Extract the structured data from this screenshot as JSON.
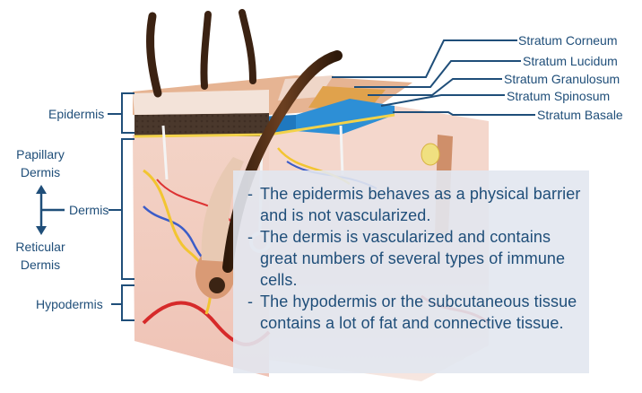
{
  "layer_labels": {
    "stratum_corneum": "Stratum Corneum",
    "stratum_lucidum": "Stratum Lucidum",
    "stratum_granulosum": "Stratum Granulosum",
    "stratum_spinosum": "Stratum Spinosum",
    "stratum_basale": "Stratum Basale"
  },
  "side_labels": {
    "epidermis": "Epidermis",
    "papillary_dermis_line1": "Papillary",
    "papillary_dermis_line2": "Dermis",
    "dermis": "Dermis",
    "reticular_dermis_line1": "Reticular",
    "reticular_dermis_line2": "Dermis",
    "hypodermis": "Hypodermis"
  },
  "info_box": {
    "bullets": [
      {
        "dash": "-",
        "text": "The epidermis behaves as a physical barrier and is not vascularized."
      },
      {
        "dash": "-",
        "text": "The dermis is vascularized and contains great numbers of several types of immune cells."
      },
      {
        "dash": "-",
        "text": "The hypodermis or the subcutaneous tissue contains a lot of fat and connective tissue."
      }
    ]
  },
  "colors": {
    "label_text": "#1f4e79",
    "leader_line": "#1f4e79",
    "stratum_spinosum_block": "#2d8fd6",
    "epidermis_surface": "#e6b493",
    "dermis_tissue": "#f2cfc4",
    "hypodermis_tissue": "#f0d9d2",
    "hair": "#4a2a14",
    "info_box_bg": "#e2e7f0"
  }
}
